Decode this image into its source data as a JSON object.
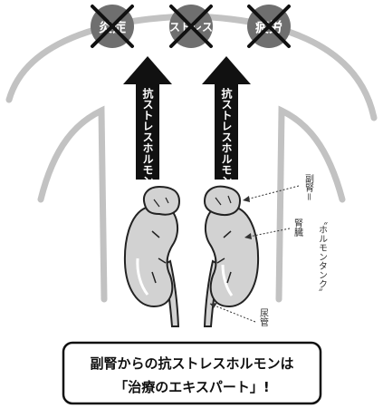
{
  "colors": {
    "node_fill": "#6f6f6f",
    "cross": "#111111",
    "arrow": "#111111",
    "organ_fill": "#d2d2d2",
    "organ_stroke": "#222222",
    "body_outline": "#bdbdbd"
  },
  "nodes": [
    {
      "id": "inflammation",
      "label": "炎症"
    },
    {
      "id": "stress",
      "label": "ストレス"
    },
    {
      "id": "fatigue",
      "label": "疲労"
    }
  ],
  "arrows": [
    {
      "id": "left",
      "label": "抗ストレスホルモン"
    },
    {
      "id": "right",
      "label": "抗ストレスホルモン"
    }
  ],
  "annotations": {
    "adrenal": "副腎＝",
    "hormone_tank": "〝ホルモンタンク〟",
    "kidney": "腎臓",
    "ureter": "尿管"
  },
  "caption": {
    "line1": "副腎からの抗ストレスホルモンは",
    "line2": "「治療のエキスパート」!"
  }
}
